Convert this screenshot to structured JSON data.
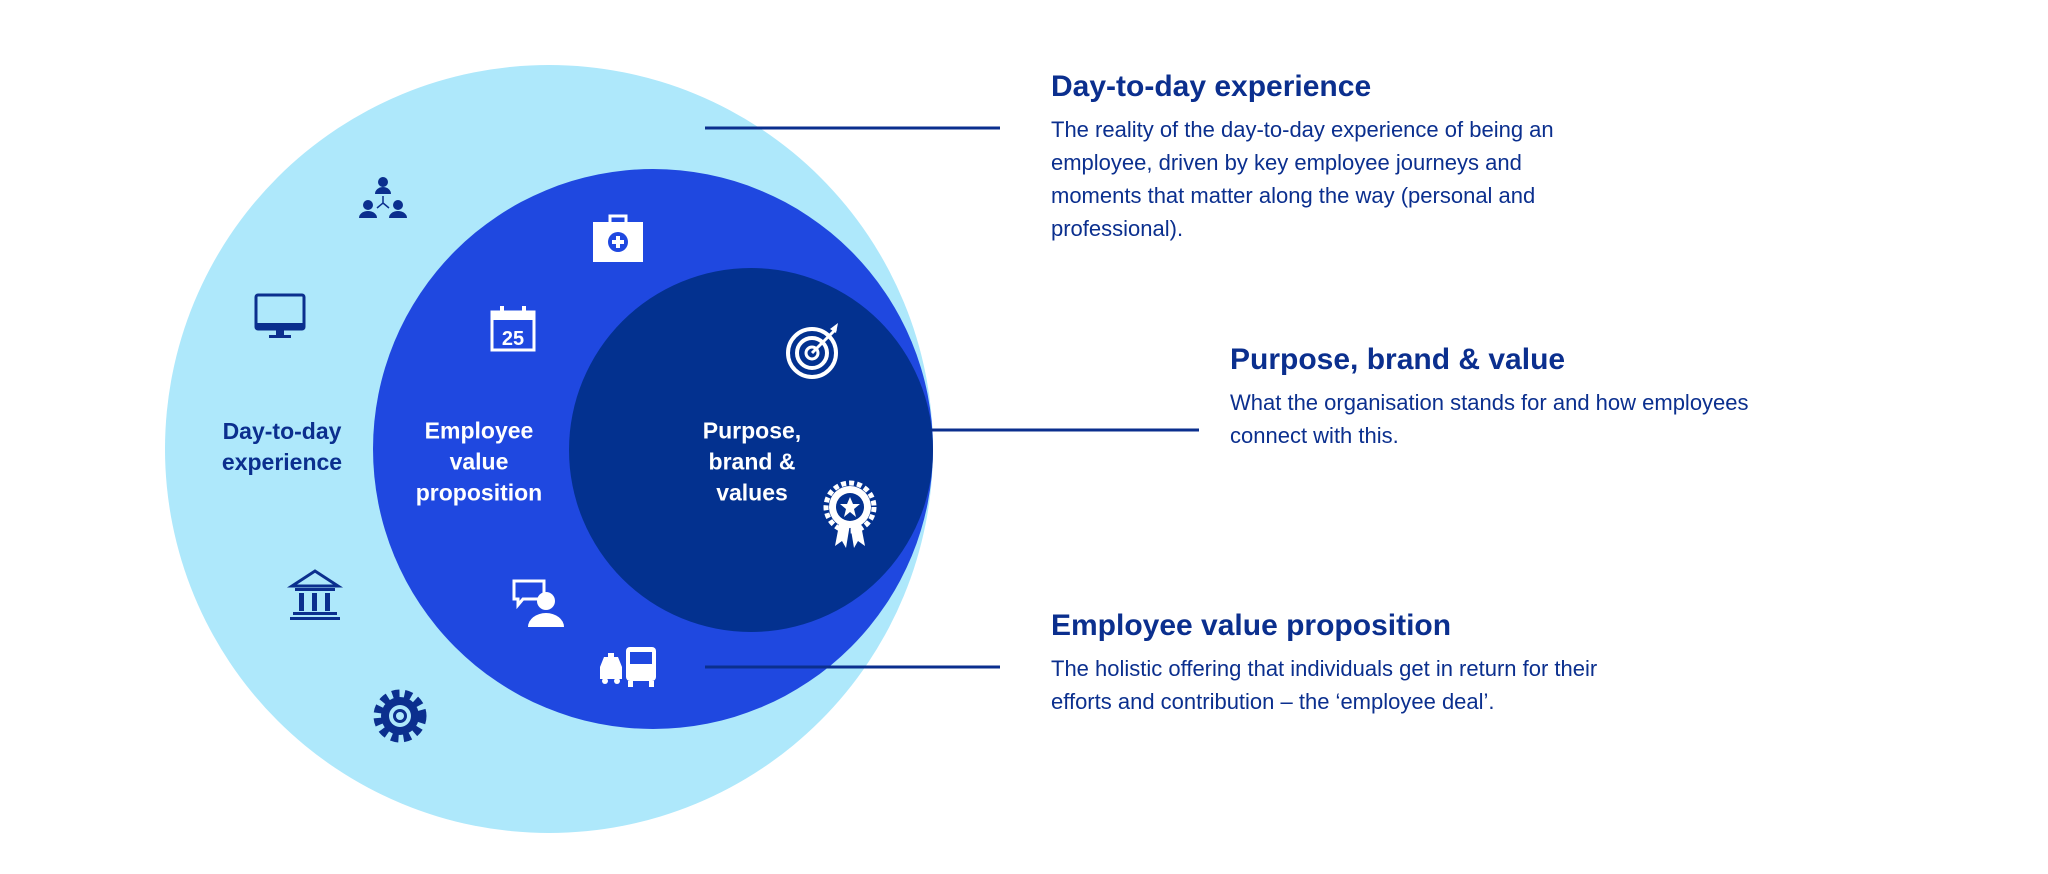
{
  "colors": {
    "outer_circle": "#aee8fb",
    "middle_circle": "#1f48e0",
    "inner_circle": "#03318f",
    "text_navy": "#0b2f8e",
    "white": "#ffffff"
  },
  "circles": {
    "outer_label": "Day-to-day\nexperience",
    "middle_label": "Employee\nvalue\nproposition",
    "inner_label": "Purpose,\nbrand &\nvalues"
  },
  "icons": {
    "outer": [
      "people-network-icon",
      "monitor-icon",
      "bank-icon",
      "gear-icon"
    ],
    "middle": [
      "medical-kit-icon",
      "calendar-icon",
      "chat-person-icon",
      "car-bus-icon"
    ],
    "inner": [
      "target-icon",
      "award-ribbon-icon"
    ],
    "calendar_day": "25"
  },
  "descriptions": [
    {
      "title": "Day-to-day experience",
      "lines": [
        "The reality of the day-to-day experience of being an",
        "employee, driven by key employee journeys and",
        "moments that matter along the way (personal and",
        "professional)."
      ]
    },
    {
      "title": "Purpose, brand & value",
      "lines": [
        "What the organisation stands for and how employees",
        "connect with this."
      ]
    },
    {
      "title": "Employee value proposition",
      "lines": [
        "The holistic offering that individuals get in return for their",
        "efforts and contribution – the ‘employee deal’."
      ]
    }
  ]
}
